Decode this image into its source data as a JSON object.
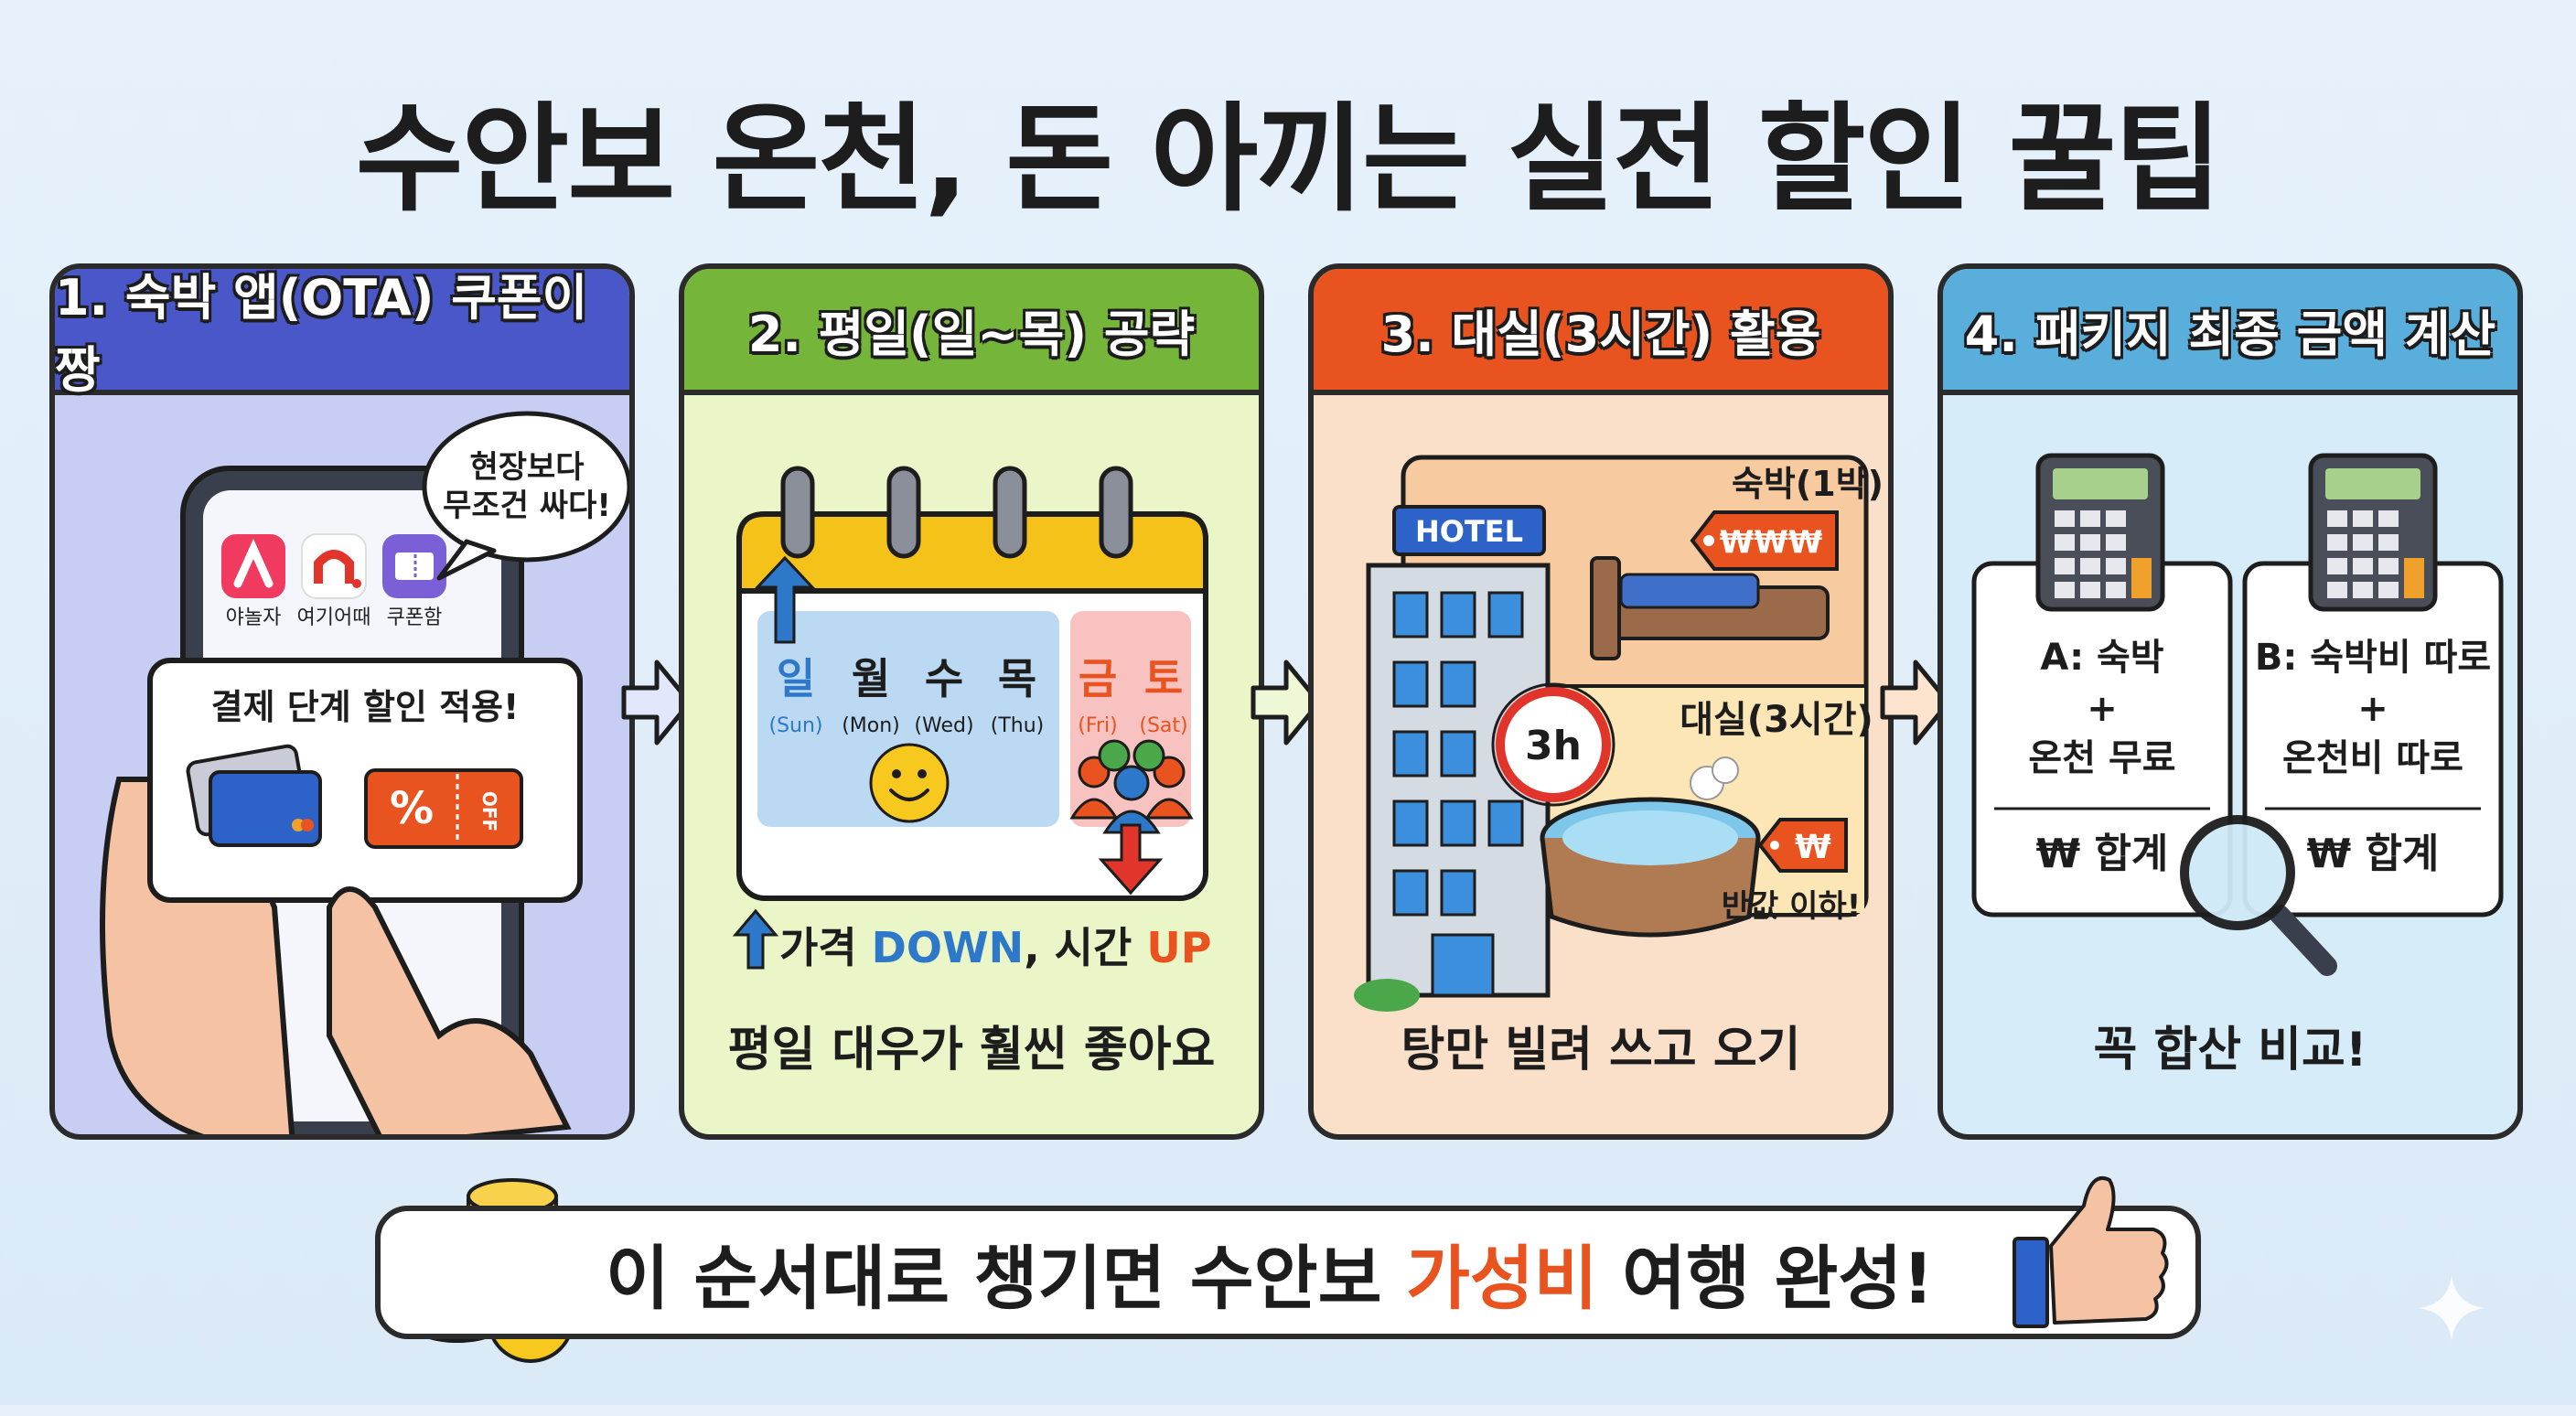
{
  "title": "수안보 온천, 돈 아끼는 실전 할인 꿀팁",
  "colors": {
    "panel1": "#4a57c9",
    "panel2": "#75b63a",
    "panel3": "#e8531f",
    "panel4": "#5aaedc",
    "accent": "#e8531f",
    "blue": "#2d78c8"
  },
  "panel1": {
    "header": "1. 숙박 앱(OTA) 쿠폰이 짱",
    "bubble_line1": "현장보다",
    "bubble_line2": "무조건 싸다!",
    "apps": [
      {
        "label": "야놀자",
        "icon": "yanolja-icon"
      },
      {
        "label": "여기어때",
        "icon": "yeogi-icon"
      },
      {
        "label": "쿠폰함",
        "icon": "coupon-box-icon"
      }
    ],
    "card_text": "결제 단계 할인 적용!",
    "coupon_symbol": "%",
    "coupon_text": "OFF"
  },
  "panel2": {
    "header": "2. 평일(일~목) 공략",
    "weekdays": [
      {
        "k": "일",
        "e": "(Sun)"
      },
      {
        "k": "월",
        "e": "(Mon)"
      },
      {
        "k": "수",
        "e": "(Wed)"
      },
      {
        "k": "목",
        "e": "(Thu)"
      }
    ],
    "weekend": [
      {
        "k": "금",
        "e": "(Fri)"
      },
      {
        "k": "토",
        "e": "(Sat)"
      }
    ],
    "price_line_a": "가격 ",
    "price_line_b": "DOWN",
    "price_line_c": ", 시간 ",
    "price_line_d": "UP",
    "footer": "평일 대우가 훨씬 좋아요"
  },
  "panel3": {
    "header": "3. 대실(3시간) 활용",
    "hotel_sign": "HOTEL",
    "stay_label": "숙박(1박)",
    "stay_price": "₩₩₩",
    "clock_label": "3h",
    "rest_label": "대실(3시간)",
    "rest_price": "₩",
    "rest_note": "반값 이하!",
    "footer": "탕만 빌려 쓰고 오기"
  },
  "panel4": {
    "header": "4. 패키지 최종 금액 계산",
    "a_line1": "A: 숙박",
    "a_plus": "+",
    "a_line2": "온천 무료",
    "a_total": "₩ 합계",
    "b_line1": "B: 숙박비 따로",
    "b_plus": "+",
    "b_line2": "온천비 따로",
    "b_total": "₩ 합계",
    "footer": "꼭 합산 비교!"
  },
  "bottom": {
    "pre": "이 순서대로 챙기면 수안보 ",
    "highlight": "가성비",
    "post": " 여행 완성!",
    "coin_symbol": "₩"
  }
}
